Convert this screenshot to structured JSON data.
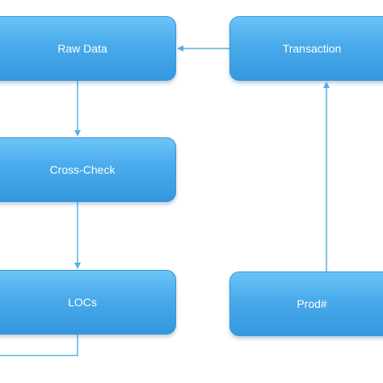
{
  "diagram": {
    "nodes": {
      "raw_data": "Raw Data",
      "transaction": "Transaction",
      "cross_check": "Cross-Check",
      "locs": "LOCs",
      "prod": "Prod#"
    },
    "edges": [
      {
        "from": "transaction",
        "to": "raw_data"
      },
      {
        "from": "raw_data",
        "to": "cross_check"
      },
      {
        "from": "cross_check",
        "to": "locs"
      },
      {
        "from": "prod",
        "to": "transaction"
      },
      {
        "from": "locs",
        "to": "offscreen"
      }
    ],
    "colors": {
      "node_fill_top": "#6cc4f7",
      "node_fill_bottom": "#3598de",
      "connector": "#5aaee6",
      "text": "#ffffff"
    }
  }
}
